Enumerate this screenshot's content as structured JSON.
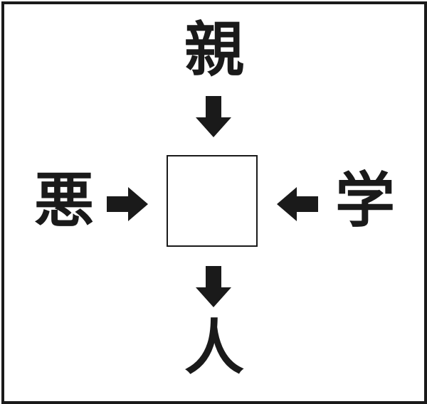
{
  "puzzle": {
    "top_kanji": "親",
    "left_kanji": "悪",
    "right_kanji": "学",
    "bottom_kanji": "人",
    "answer": ""
  },
  "colors": {
    "ink": "#1a1a1a",
    "background": "#ffffff"
  },
  "icons": {
    "top": "arrow-down-icon",
    "left": "arrow-right-icon",
    "right": "arrow-left-icon",
    "bottom": "arrow-down-icon"
  }
}
